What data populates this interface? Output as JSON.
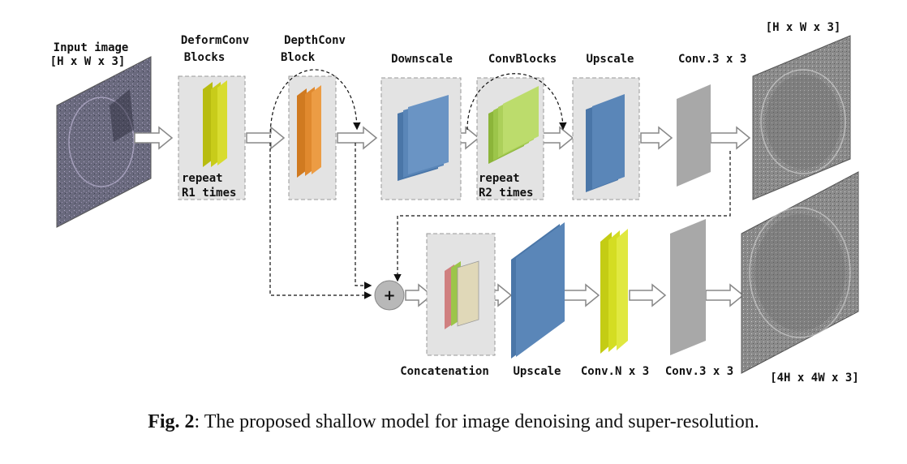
{
  "labels": {
    "input_image": "Input image",
    "input_dims": "[H x W x 3]",
    "deform_title_1": "DeformConv",
    "deform_title_2": "Blocks",
    "deform_repeat_1": "repeat",
    "deform_repeat_2": "R1 times",
    "depth_title_1": "DepthConv",
    "depth_title_2": "Block",
    "downscale": "Downscale",
    "convblocks": "ConvBlocks",
    "convblocks_repeat_1": "repeat",
    "convblocks_repeat_2": "R2 times",
    "upscale_top": "Upscale",
    "conv33_top": "Conv.3 x 3",
    "output_top_dims": "[H x W x 3]",
    "concatenation": "Concatenation",
    "upscale_bottom": "Upscale",
    "convN3": "Conv.N x 3",
    "conv33_bottom": "Conv.3 x 3",
    "output_bottom_dims": "[4H x 4W x 3]",
    "plus_symbol": "+"
  },
  "caption": {
    "prefix": "Fig. 2",
    "separator": ":",
    "text": " The proposed shallow model for image denoising and super-resolution."
  },
  "colors": {
    "block_bg": "#e3e3e3",
    "deform": "#c8cc1a",
    "depth": "#e0892e",
    "downscale": "#5a86b8",
    "convblocks": "#9cc54a",
    "upscale": "#5a86b8",
    "conv": "#a8a8a8",
    "convN": "#d4dd22",
    "concat_red": "#d08080",
    "concat_green": "#9cc54a",
    "concat_beige": "#e0d8b8",
    "plus_circle": "#b8b8b8"
  }
}
